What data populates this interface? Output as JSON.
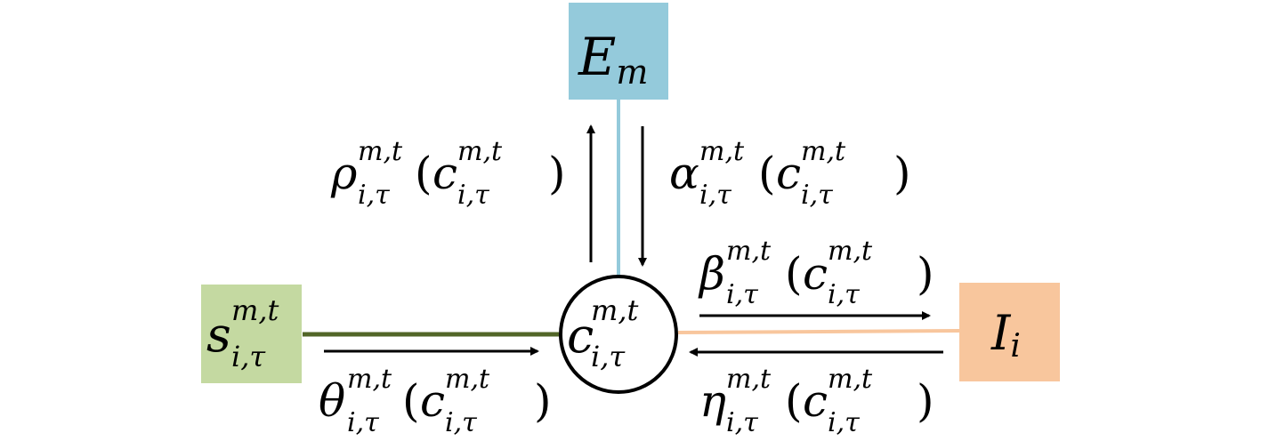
{
  "nodes": {
    "em": {
      "main": "E",
      "sub": "m",
      "color": "#94cadb"
    },
    "ii": {
      "main": "I",
      "sub": "i",
      "color": "#f8c69d"
    },
    "s": {
      "main": "s",
      "sup": "m,t",
      "sub": "i,τ",
      "color": "#c4d9a1"
    },
    "c": {
      "main": "c",
      "sup": "m,t",
      "sub": "i,τ"
    }
  },
  "edges": {
    "em_color": "#94cadb",
    "s_color": "#526628",
    "ii_color": "#f8c69d"
  },
  "messages": {
    "rho": {
      "sym": "ρ",
      "sup": "m,t",
      "sub": "i,τ",
      "arg": "c",
      "arg_sup": "m,t",
      "arg_sub": "i,τ",
      "open": "(",
      "close": ")"
    },
    "alpha": {
      "sym": "α",
      "sup": "m,t",
      "sub": "i,τ",
      "arg": "c",
      "arg_sup": "m,t",
      "arg_sub": "i,τ",
      "open": "(",
      "close": ")"
    },
    "beta": {
      "sym": "β",
      "sup": "m,t",
      "sub": "i,τ",
      "arg": "c",
      "arg_sup": "m,t",
      "arg_sub": "i,τ",
      "open": "(",
      "close": ")"
    },
    "theta": {
      "sym": "θ",
      "sup": "m,t",
      "sub": "i,τ",
      "arg": "c",
      "arg_sup": "m,t",
      "arg_sub": "i,τ",
      "open": "(",
      "close": ")"
    },
    "eta": {
      "sym": "η",
      "sup": "m,t",
      "sub": "i,τ",
      "arg": "c",
      "arg_sup": "m,t",
      "arg_sub": "i,τ",
      "open": "(",
      "close": ")"
    }
  }
}
